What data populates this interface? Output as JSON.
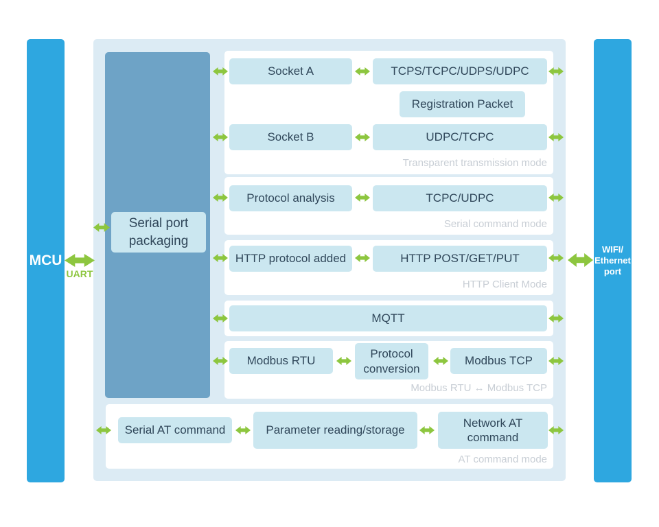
{
  "nodes": {
    "mcu": "MCU",
    "wifi_lines": [
      "WIFI/",
      "Ethernet",
      "port"
    ],
    "uart": "UART",
    "serial_port_packaging": "Serial port packaging"
  },
  "panels": {
    "transparent": {
      "socket_a": "Socket A",
      "socket_a_proto": "TCPS/TCPC/UDPS/UDPC",
      "registration_packet": "Registration Packet",
      "socket_b": "Socket B",
      "socket_b_proto": "UDPC/TCPC",
      "label": "Transparent transmission mode"
    },
    "serial_command": {
      "protocol_analysis": "Protocol analysis",
      "proto": "TCPC/UDPC",
      "label": "Serial command mode"
    },
    "http_client": {
      "http_added": "HTTP protocol added",
      "http_methods": "HTTP POST/GET/PUT",
      "label": "HTTP Client Mode"
    },
    "mqtt": {
      "box": "MQTT"
    },
    "modbus": {
      "rtu": "Modbus RTU",
      "conversion": "Protocol conversion",
      "tcp": "Modbus TCP",
      "label": "Modbus RTU ↔ Modbus TCP"
    },
    "at_command": {
      "serial_at": "Serial AT command",
      "param": "Parameter reading/storage",
      "network_at": "Network AT command",
      "label": "AT command mode"
    }
  },
  "colors": {
    "bar_blue": "#2ea7e0",
    "container_blue": "#dcebf4",
    "packaging_panel_blue": "#6ea3c6",
    "box_cyan": "#cbe7f0",
    "arrow_green": "#8dc63f",
    "box_text_navy": "#30475a",
    "mode_label_gray": "#c8ced5"
  }
}
